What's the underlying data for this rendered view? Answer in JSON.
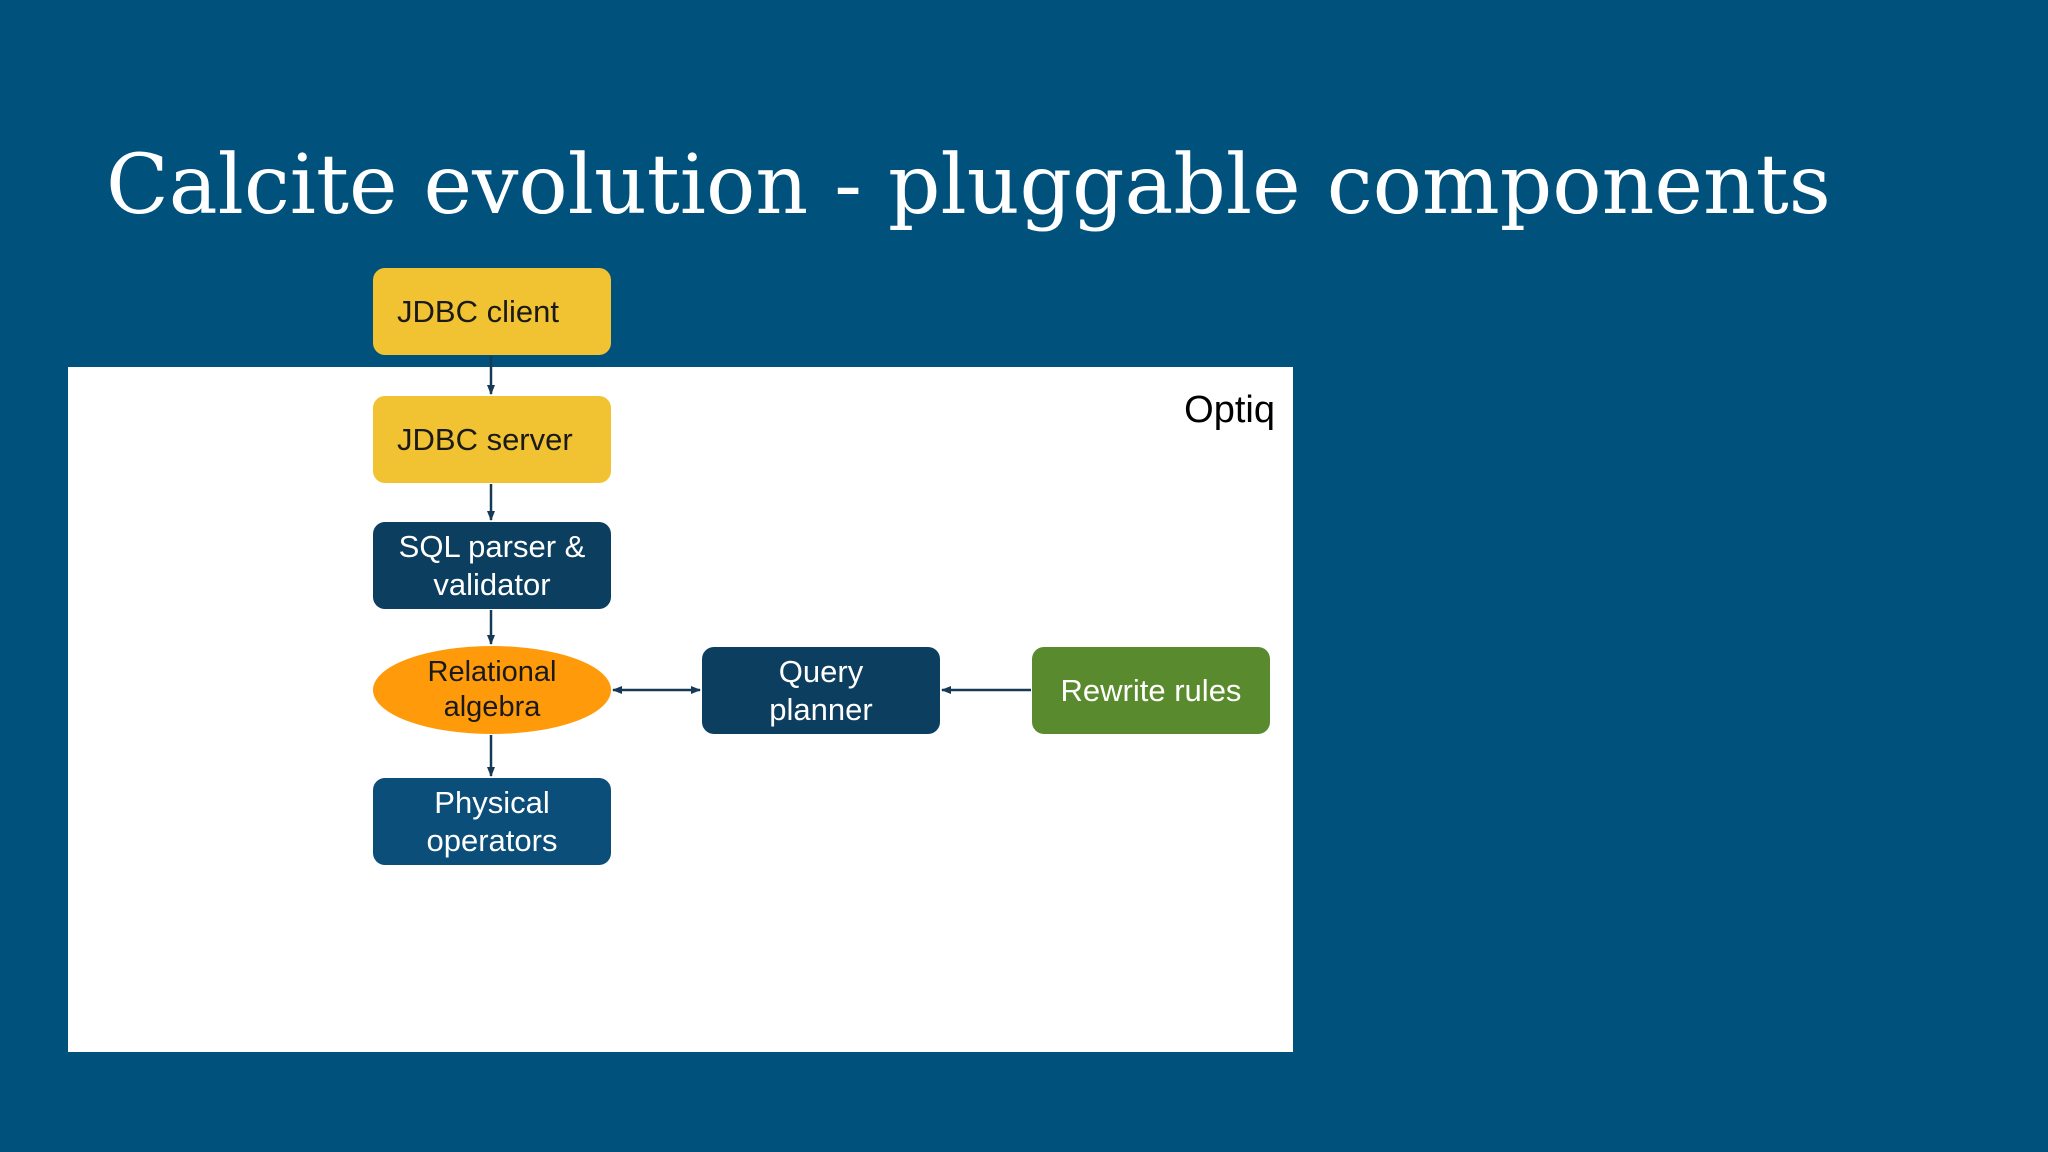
{
  "title": "Calcite evolution - pluggable components",
  "panel_label": "Optiq",
  "nodes": {
    "jdbc_client": "JDBC client",
    "jdbc_server": "JDBC server",
    "sql_parser": "SQL parser &\nvalidator",
    "relational_algebra": "Relational\nalgebra",
    "physical_operators": "Physical\noperators",
    "query_planner": "Query\nplanner",
    "rewrite_rules": "Rewrite rules"
  },
  "colors": {
    "background": "#00517c",
    "client_server": "#f1c232",
    "core_component": "#0c3e5f",
    "algebra": "#ff9a0b",
    "rules": "#5a8a2e",
    "arrow": "#163a55"
  }
}
